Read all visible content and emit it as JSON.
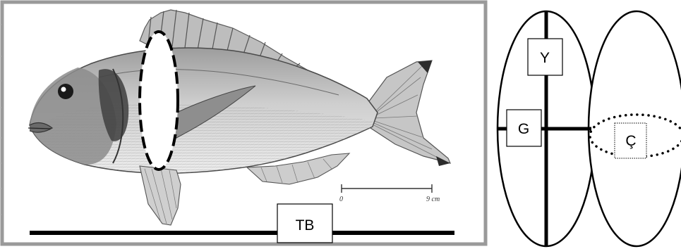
{
  "labels": {
    "tb": "TB",
    "y": "Y",
    "g": "G",
    "c": "Ç"
  },
  "scale_bar": {
    "start": "0",
    "end": "9 cm"
  },
  "colors": {
    "frame": "#9a9a9a",
    "ink": "#000000",
    "fish_body": "#d2d2d2",
    "fish_shade": "#6e6e6e"
  }
}
